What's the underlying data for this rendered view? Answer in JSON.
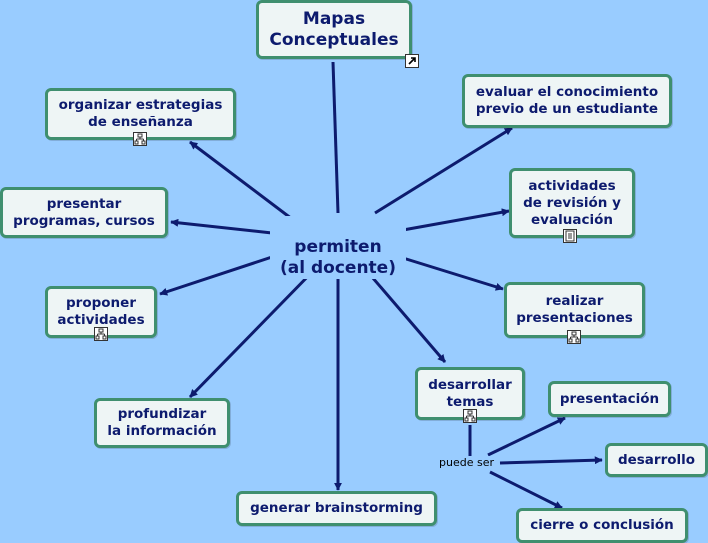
{
  "nodes": {
    "root": "Mapas\nConceptuales",
    "estrategias": "organizar estrategias\nde enseñanza",
    "programas": "presentar\nprogramas, cursos",
    "actividades": "proponer\nactividades",
    "profundizar": "profundizar\nla información",
    "brainstorming": "generar brainstorming",
    "evaluar": "evaluar el conocimiento\nprevio de un estudiante",
    "revision": "actividades\nde revisión y\nevaluación",
    "presentaciones": "realizar\npresentaciones",
    "temas": "desarrollar\ntemas",
    "presentacion": "presentación",
    "desarrollo": "desarrollo",
    "cierre": "cierre o conclusión"
  },
  "links": {
    "center": "permiten\n(al docente)",
    "puede_ser": "puede ser"
  },
  "icons": {
    "root": "shortcut-arrow-icon",
    "estrategias": "concept-map-icon",
    "actividades": "concept-map-icon",
    "revision": "document-icon",
    "presentaciones": "concept-map-icon",
    "temas": "concept-map-icon"
  },
  "colors": {
    "background": "#99ccff",
    "node_border": "#3f8f6f",
    "node_fill": "#eef5f5",
    "text": "#0d1b6e",
    "arrow": "#0d1b6e"
  }
}
